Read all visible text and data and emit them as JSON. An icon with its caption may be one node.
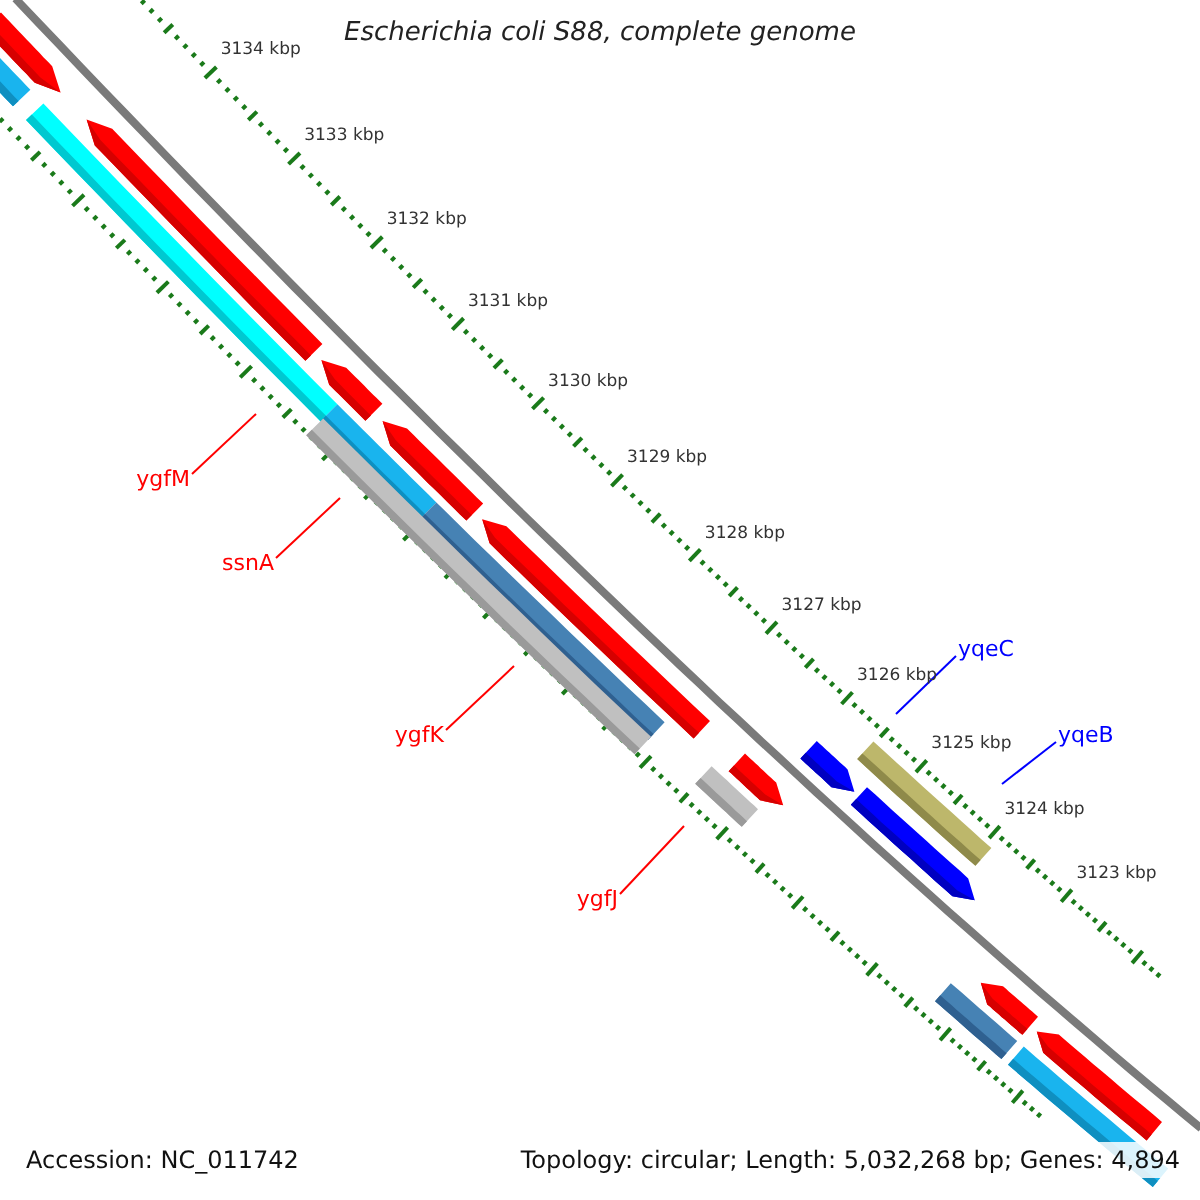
{
  "diagram": {
    "title": "Escherichia coli S88, complete genome",
    "nodes": [
      {
        "text": [
          "ygfM"
        ]
      },
      {
        "text": [
          "ssnA"
        ]
      },
      {
        "text": [
          "yqeC"
        ]
      },
      {
        "text": [
          "yqeB"
        ]
      },
      {
        "text": [
          "ygfK"
        ]
      },
      {
        "text": [
          "ygfJ"
        ]
      }
    ],
    "edges": [
      {
        "from": 0,
        "to": null,
        "arrow": "none"
      },
      {
        "from": 1,
        "to": null,
        "arrow": "none"
      },
      {
        "from": 2,
        "to": null,
        "arrow": "none",
        "color": "#0000ff"
      },
      {
        "from": 3,
        "to": null,
        "arrow": "none",
        "color": "#0000ff"
      },
      {
        "from": 4,
        "to": null,
        "arrow": "none"
      },
      {
        "from": 5,
        "to": null,
        "arrow": "none"
      }
    ],
    "labels": [
      "3134 kbp",
      "3133 kbp",
      "3132 kbp",
      "3131 kbp",
      "3130 kbp",
      "3129 kbp",
      "3128 kbp",
      "3127 kbp",
      "3126 kbp",
      "3125 kbp",
      "3124 kbp",
      "3123 kbp",
      "Accession: NC_011742",
      "Topology: circular; Length: 5,032,268 bp; Genes: 4,894"
    ]
  }
}
